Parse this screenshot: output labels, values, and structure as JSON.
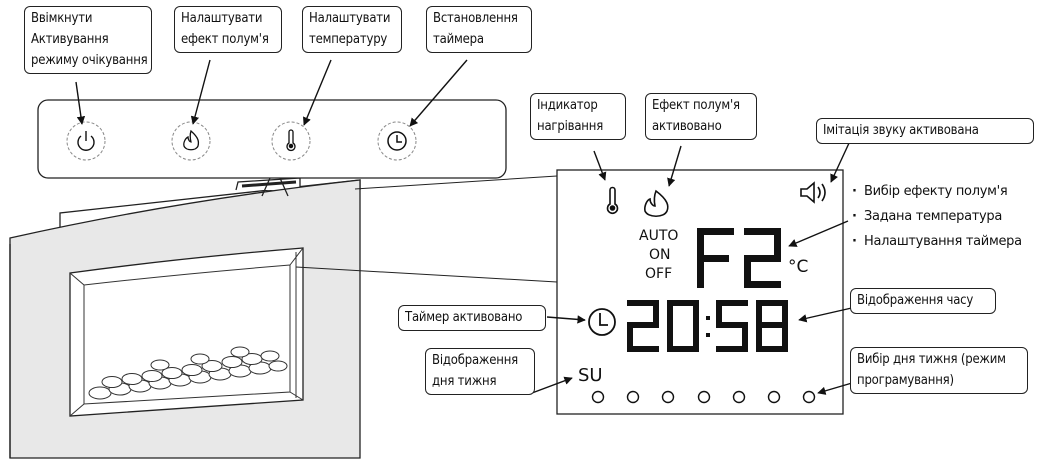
{
  "callouts": {
    "power": [
      "Ввімкнути",
      "Активування",
      "режиму очікування"
    ],
    "flame_adjust": [
      "Налаштувати",
      "ефект полум'я"
    ],
    "temp_adjust": [
      "Налаштувати",
      "температуру"
    ],
    "timer_set": [
      "Встановлення",
      "таймера"
    ],
    "heat_indicator": [
      "Індикатор",
      "нагрівання"
    ],
    "flame_active": [
      "Ефект полум'я",
      "активовано"
    ],
    "sound_active": "Імітація звуку активована",
    "time_display": "Відображення часу",
    "timer_active": "Таймер активовано",
    "day_display": [
      "Відображення",
      "дня тижня"
    ],
    "day_select": [
      "Вибір дня тижня (режим",
      "програмування)"
    ]
  },
  "bullet_list": [
    "Вибір ефекту полум'я",
    "Задана температура",
    "Налаштування таймера"
  ],
  "display": {
    "mode_labels": [
      "AUTO",
      "ON",
      "OFF"
    ],
    "effect_code": "F2",
    "temp_unit": "°C",
    "time": "20:58",
    "day": "SU",
    "day_dot_count": 7
  },
  "icons": [
    "power-icon",
    "flame-icon",
    "thermometer-icon",
    "clock-icon",
    "speaker-icon"
  ]
}
